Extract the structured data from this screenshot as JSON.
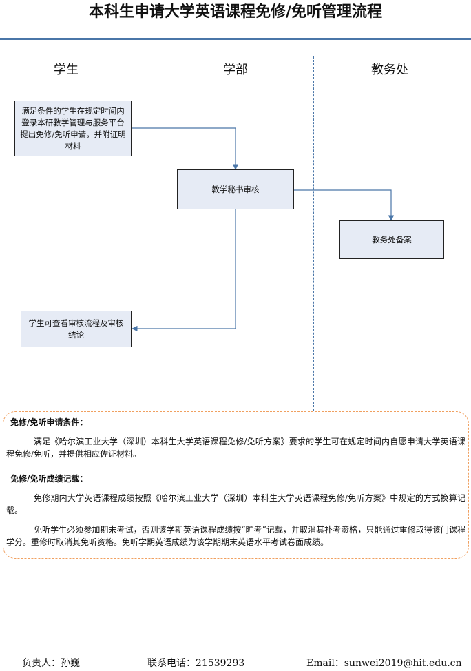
{
  "title": "本科生申请大学英语课程免修/免听管理流程",
  "lanes": [
    "学生",
    "学部",
    "教务处"
  ],
  "boxes": {
    "student_apply": "满足条件的学生在规定时间内登录本研教学管理与服务平台提出免修/免听申请，并附证明材料",
    "secretary_review": "教学秘书审核",
    "office_record": "教务处备案",
    "student_check": "学生可查看审核流程及审核结论"
  },
  "notes": {
    "conditions_heading": "免修/免听申请条件：",
    "conditions_text": "满足《哈尔滨工业大学（深圳）本科生大学英语课程免修/免听方案》要求的学生可在规定时间内自愿申请大学英语课程免修/免听，并提供相应佐证材料。",
    "grading_heading": "免修/免听成绩记载：",
    "grading_text_1": "免修期内大学英语课程成绩按照《哈尔滨工业大学（深圳）本科生大学英语课程免修/免听方案》中规定的方式换算记载。",
    "grading_text_2": "免听学生必须参加期末考试，否则该学期英语课程成绩按“旷考”记载，并取消其补考资格，只能通过重修取得该门课程学分。重修时取消其免听资格。免听学期英语成绩为该学期期末英语水平考试卷面成绩。"
  },
  "footer": {
    "person": "负责人：孙巍",
    "phone": "联系电话：21539293",
    "email": "Email：sunwei2019@hit.edu.cn"
  },
  "colors": {
    "accent": "#4a76a8",
    "box_fill": "#e6ebf5",
    "notes_border": "#f0a060"
  }
}
